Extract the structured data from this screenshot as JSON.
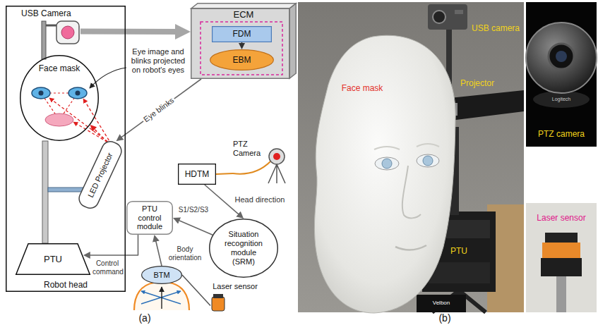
{
  "diagram": {
    "nodes": [
      {
        "text": [
          "Robot head"
        ]
      },
      {
        "text": [
          "USB Camera"
        ],
        "in": 0
      },
      {
        "text": [
          "Face mask"
        ],
        "in": 0
      },
      {
        "text": [
          "LED Projector"
        ],
        "in": 0
      },
      {
        "text": [
          "PTU"
        ],
        "in": 0
      },
      {
        "text": [
          "ECM"
        ]
      },
      {
        "text": [
          "FDM"
        ],
        "in": 5
      },
      {
        "text": [
          "EBM"
        ],
        "in": 5
      },
      {
        "text": [
          "PTZ Camera"
        ]
      },
      {
        "text": [
          "HDTM"
        ]
      },
      {
        "text": [
          "Situation recognition module (SRM)"
        ]
      },
      {
        "text": [
          "PTU control module"
        ]
      },
      {
        "text": [
          "BTM"
        ]
      },
      {
        "text": [
          "Laser sensor"
        ]
      }
    ],
    "edges": [
      {
        "from": 1,
        "to": 5,
        "arrow": "to"
      },
      {
        "from": 6,
        "to": 7,
        "arrow": "to"
      },
      {
        "from": 5,
        "to": 3,
        "label": "Eye blinks",
        "arrow": "to"
      },
      {
        "from": 3,
        "to": 2,
        "arrow": "to"
      },
      {
        "from": 8,
        "to": 9,
        "arrow": "none"
      },
      {
        "from": 9,
        "to": 10,
        "label": "Head direction",
        "arrow": "to"
      },
      {
        "from": 10,
        "to": 11,
        "label": "S1/S2/S3",
        "arrow": "to"
      },
      {
        "from": 11,
        "to": 4,
        "label": "Control command",
        "arrow": "to"
      },
      {
        "from": 12,
        "to": 11,
        "label": "Body orientation",
        "arrow": "to"
      },
      {
        "from": 13,
        "to": 12,
        "arrow": "none"
      }
    ],
    "labels": [
      "Eye image and blinks projected on robot's eyes",
      "(a)",
      "USB camera",
      "Projector",
      "Face mask",
      "PTU",
      "Logitech",
      "PTZ camera",
      "Laser sensor",
      "Velbon",
      "(b)"
    ]
  }
}
